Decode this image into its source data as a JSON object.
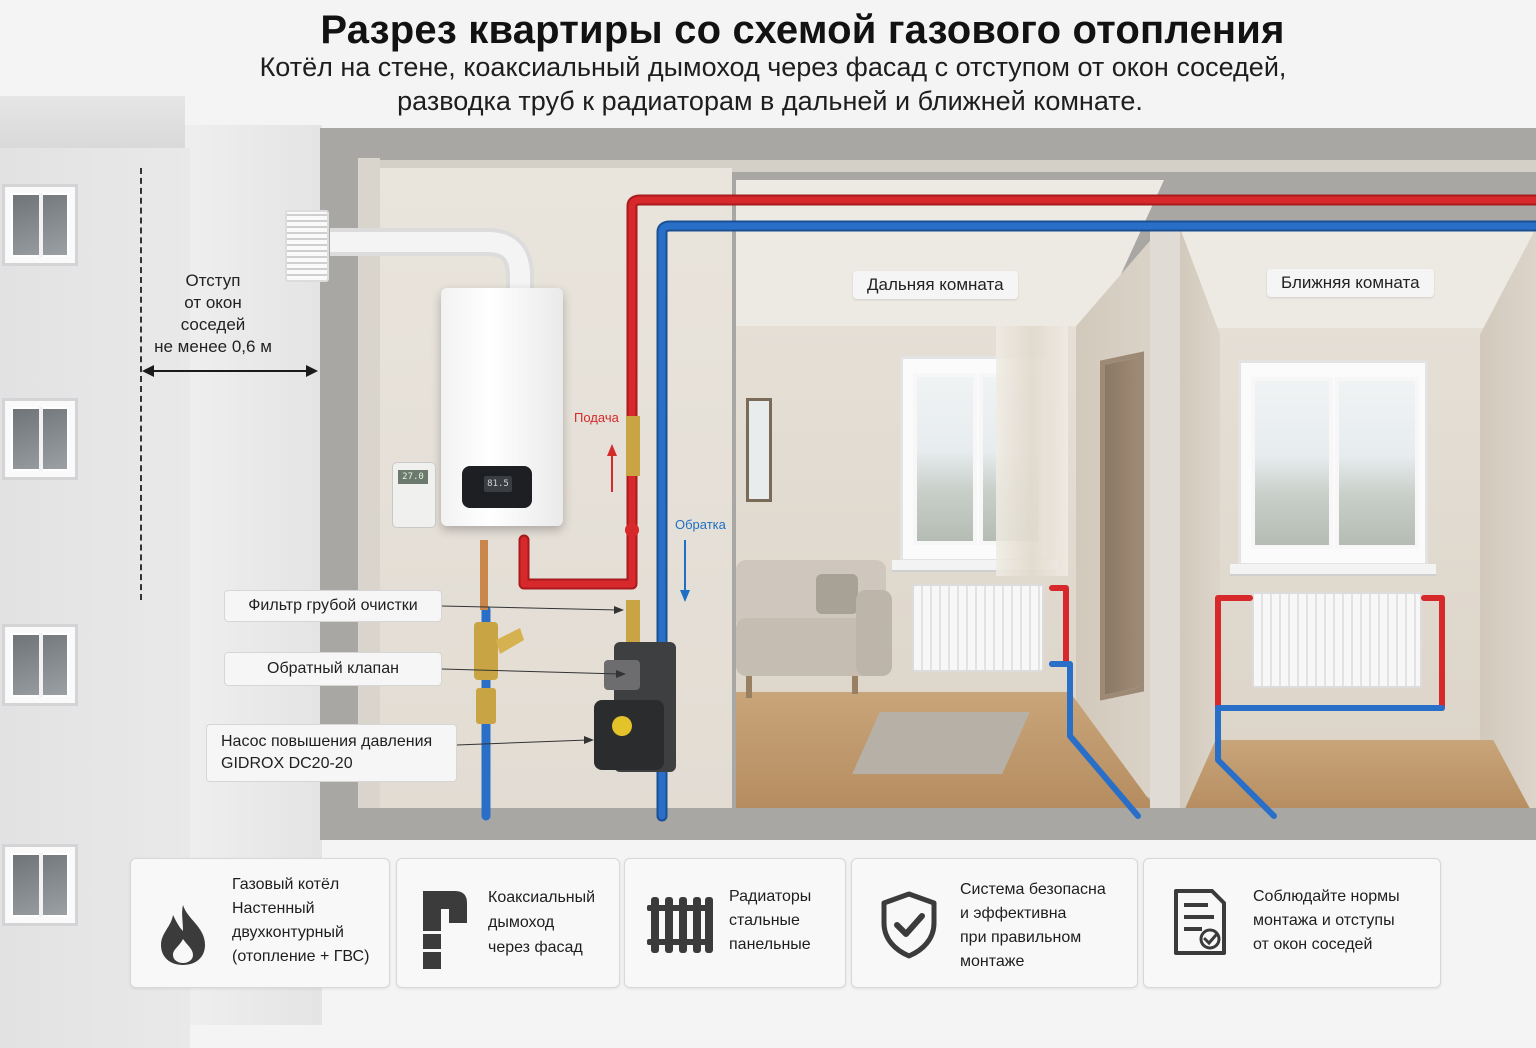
{
  "header": {
    "title": "Разрез квартиры со схемой газового отопления",
    "subtitle_line1": "Котёл на стене, коаксиальный дымоход через фасад с отступом от окон соседей,",
    "subtitle_line2": "разводка труб к радиаторам в дальней и ближней комнате."
  },
  "facade": {
    "offset_lines": [
      "Отступ",
      "от окон",
      "соседей",
      "не менее 0,6 м"
    ]
  },
  "rooms": {
    "far_room_label": "Дальняя комната",
    "near_room_label": "Ближняя комната"
  },
  "flow": {
    "supply_label": "Подача",
    "return_label": "Обратка"
  },
  "components": {
    "filter_label": "Фильтр грубой очистки",
    "check_valve_label": "Обратный клапан",
    "pump_line1": "Насос повышения давления",
    "pump_line2": "GIDROX DC20-20"
  },
  "devices": {
    "boiler_display": "81.5",
    "thermostat_display": "27.0"
  },
  "cards": [
    {
      "icon": "flame-icon",
      "lines": [
        "Газовый котёл",
        "Настенный",
        "двухконтурный",
        "(отопление + ГВС)"
      ]
    },
    {
      "icon": "chimney-pipe-icon",
      "lines": [
        "Коаксиальный",
        "дымоход",
        "через фасад"
      ]
    },
    {
      "icon": "radiator-icon",
      "lines": [
        "Радиаторы",
        "стальные",
        "панельные"
      ]
    },
    {
      "icon": "shield-check-icon",
      "lines": [
        "Система безопасна",
        "и эффективна",
        "при правильном",
        "монтаже"
      ]
    },
    {
      "icon": "checklist-document-icon",
      "lines": [
        "Соблюдайте нормы",
        "монтажа и отступы",
        "от окон соседей"
      ]
    }
  ],
  "colors": {
    "supply_pipe": "#d7282b",
    "return_pipe": "#2a6fc7",
    "wall": "#a9a7a4"
  }
}
